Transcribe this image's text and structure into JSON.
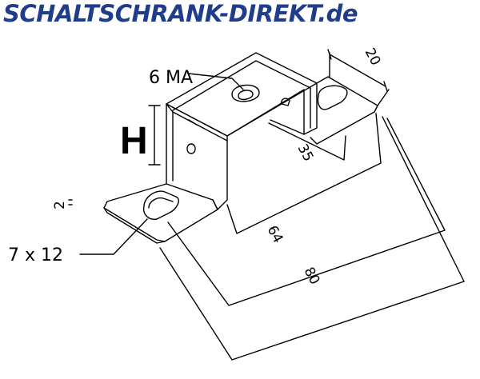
{
  "header": {
    "brand": "SCHALTSCHRANK-DIREKT.de",
    "brand_color": "#1f3d8a"
  },
  "drawing": {
    "height_label": "H",
    "hole_label": "6 MA",
    "thickness_label": "2",
    "slot_label": "7 x 12",
    "dim_width": "20",
    "dim_inner": "35",
    "dim_middle": "64",
    "dim_overall": "80",
    "line_color": "#000000"
  }
}
